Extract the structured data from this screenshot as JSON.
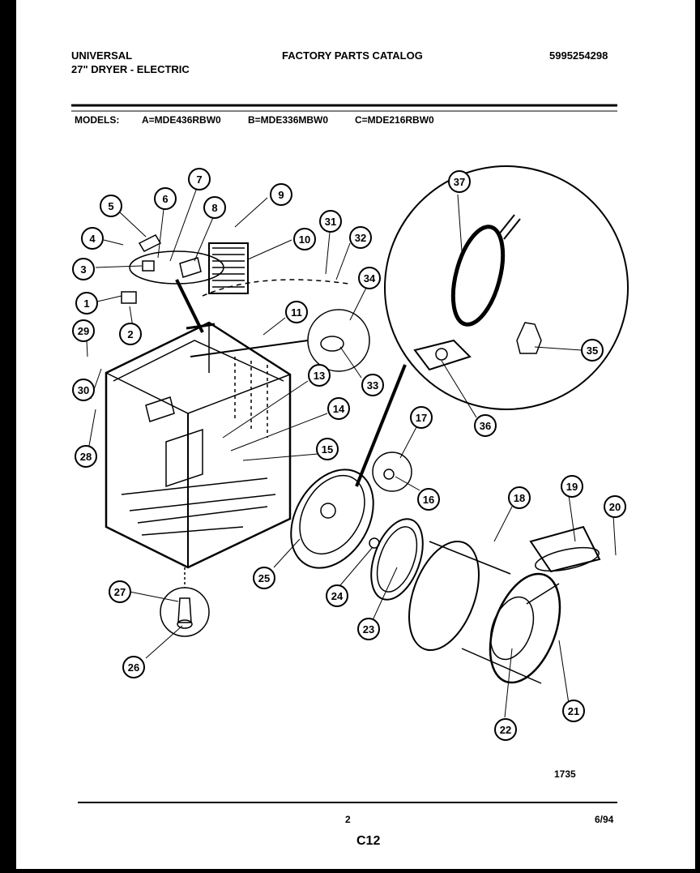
{
  "header": {
    "brand": "UNIVERSAL",
    "product": "27\" DRYER - ELECTRIC",
    "catalog_title": "FACTORY PARTS CATALOG",
    "catalog_number": "5995254298",
    "models_label": "MODELS:",
    "model_a": "A=MDE436RBW0",
    "model_b": "B=MDE336MBW0",
    "model_c": "C=MDE216RBW0"
  },
  "footer": {
    "figure_code": "1735",
    "page_number": "2",
    "date": "6/94",
    "section": "C12"
  },
  "callouts": [
    "1",
    "2",
    "3",
    "4",
    "5",
    "6",
    "7",
    "8",
    "9",
    "10",
    "11",
    "13",
    "14",
    "15",
    "16",
    "17",
    "18",
    "19",
    "20",
    "21",
    "22",
    "23",
    "24",
    "25",
    "26",
    "27",
    "28",
    "29",
    "30",
    "31",
    "32",
    "33",
    "34",
    "35",
    "36",
    "37"
  ]
}
